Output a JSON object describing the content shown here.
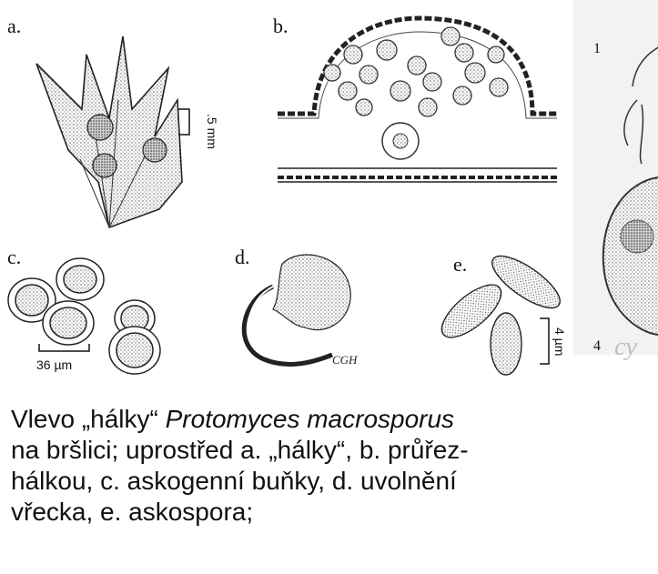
{
  "panels": {
    "a": {
      "letter": "a.",
      "scale": ".5 mm"
    },
    "b": {
      "letter": "b."
    },
    "c": {
      "letter": "c.",
      "scale": "36 µm"
    },
    "d": {
      "letter": "d.",
      "signature": "CGH"
    },
    "e": {
      "letter": "e.",
      "scale": "4 µm"
    },
    "right": {
      "num1": "1",
      "num4": "4",
      "stamp": "cy"
    }
  },
  "caption": {
    "line1_a": "Vlevo „hálky“ ",
    "line1_species": "Protomyces macrosporus",
    "line2": "na bršlici; uprostřed a. „hálky“, b. průřez-",
    "line3": "hálkou, c. askogenní buňky, d. uvolnění",
    "line4": "vřecka, e. askospora;"
  },
  "colors": {
    "ink": "#111111",
    "stipple": "#bdbdbd",
    "background": "#ffffff"
  }
}
